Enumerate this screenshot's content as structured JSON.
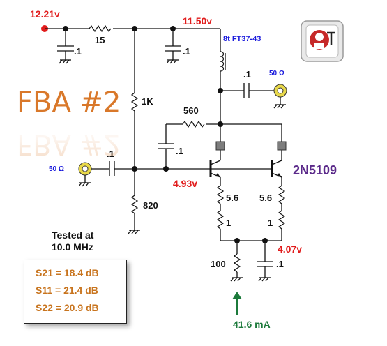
{
  "supply_voltage": "12.21v",
  "node_voltage_top": "11.50v",
  "base_voltage": "4.93v",
  "emitter_voltage": "4.07v",
  "transformer_label": "8t FT37-43",
  "title": "FBA #2",
  "transistor": "2N5109",
  "port_in": "50 Ω",
  "port_out": "50 Ω",
  "components": {
    "r_supply": "15",
    "c_supply": ".1",
    "c_top": ".1",
    "r_bias_top": "1K",
    "r_feedback": "560",
    "c_feedback": ".1",
    "c_input": ".1",
    "c_output": ".1",
    "r_bias_bottom": "820",
    "r_e1a": "5.6",
    "r_e1b": "1",
    "r_e2a": "5.6",
    "r_e2b": "1",
    "r_emitter": "100",
    "c_emitter": ".1"
  },
  "test_note_line1": "Tested at",
  "test_note_line2": "10.0 MHz",
  "current": "41.6 mA",
  "results": [
    "S21 = 18.4 dB",
    "S11 = 21.4 dB",
    "S22 = 20.9 dB"
  ],
  "colors": {
    "red": "#e11b1b",
    "blue": "#1a1adc",
    "purple": "#5b2a8a",
    "green": "#1c7a3b",
    "orange": "#d07a22",
    "title_orange": "#d9782a"
  }
}
